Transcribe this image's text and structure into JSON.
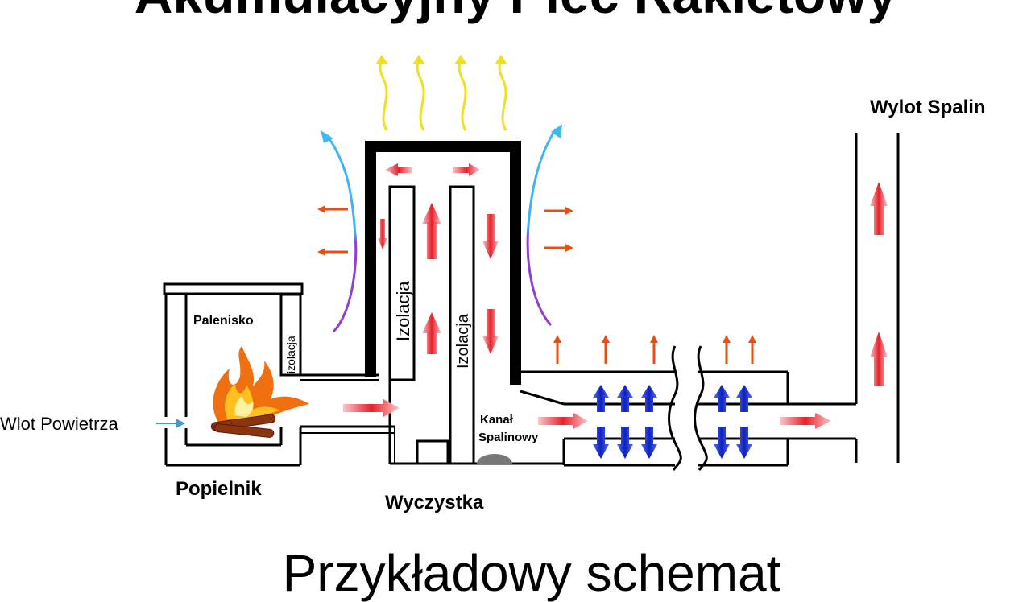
{
  "title": "Akumulacyjny Piec Rakietowy",
  "subtitle": "Przykładowy schemat",
  "labels": {
    "palenisko": "Palenisko",
    "izolacja_small": "izolacja",
    "izolacja_left": "Izolacja",
    "izolacja_right": "Izolacja",
    "wlot": "Wlot Powietrza",
    "popielnik": "Popielnik",
    "wyczystka": "Wyczystka",
    "kanal_line1": "Kanał",
    "kanal_line2": "Spalinowy",
    "wylot": "Wylot Spalin"
  },
  "colors": {
    "hot_flow": "#e8202a",
    "cold_flow": "#1430d8",
    "radiant_heat": "#e85010",
    "rising_heat": "#f0e020",
    "air_intake": "#3a9ad8",
    "convection_gradient_top": "#40b8f0",
    "convection_gradient_bottom": "#9040d0",
    "flame": "#f07010"
  }
}
